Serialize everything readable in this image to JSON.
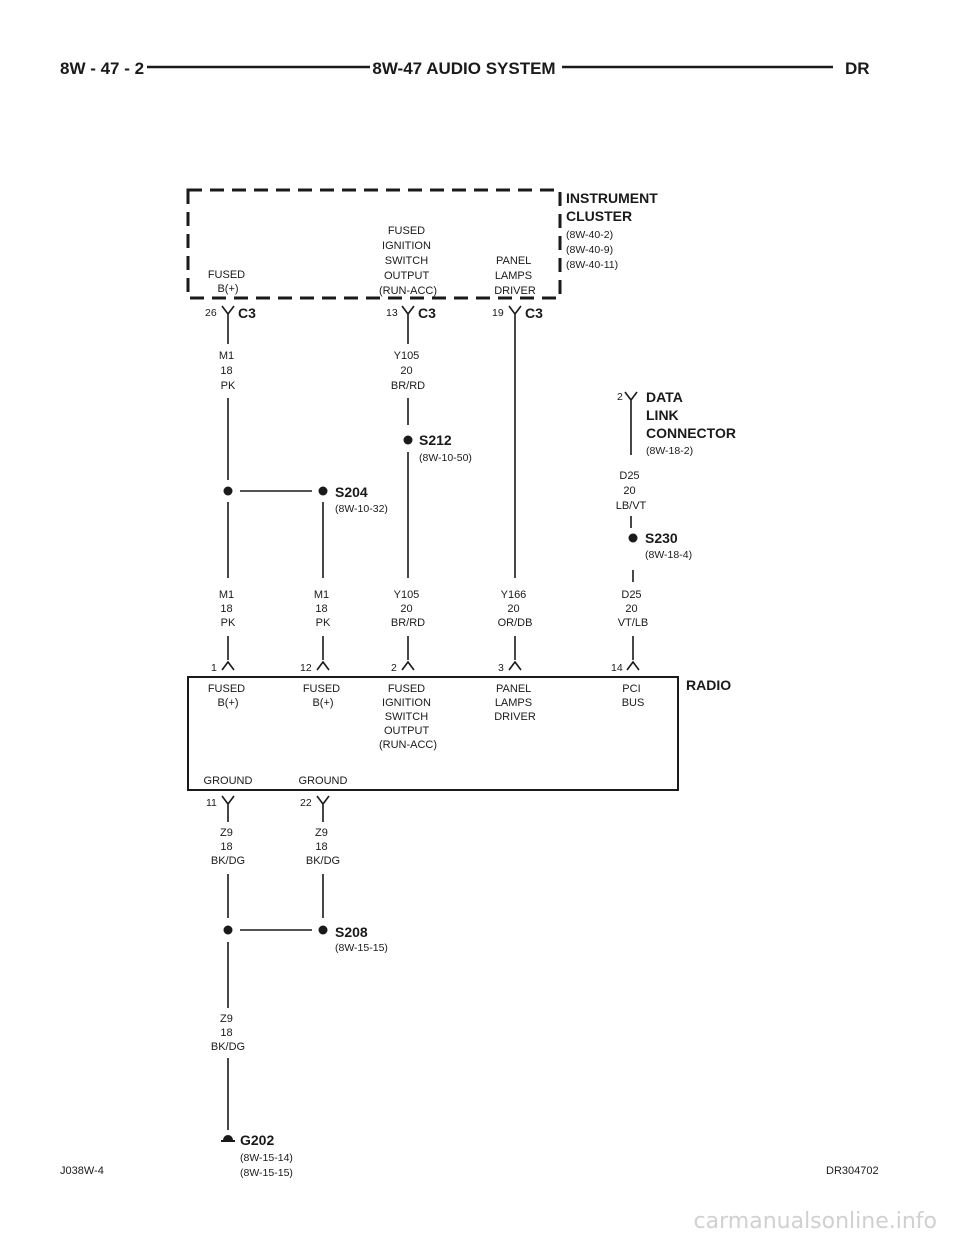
{
  "header": {
    "page": "8W - 47 - 2",
    "title": "8W-47 AUDIO SYSTEM",
    "section": "DR"
  },
  "instrument_cluster": {
    "name_line1": "INSTRUMENT",
    "name_line2": "CLUSTER",
    "refs": [
      "(8W-40-2)",
      "(8W-40-9)",
      "(8W-40-11)"
    ],
    "pins": [
      {
        "label": [
          "FUSED",
          "B(+)"
        ],
        "pin": "26",
        "connector": "C3"
      },
      {
        "label": [
          "FUSED",
          "IGNITION",
          "SWITCH",
          "OUTPUT",
          "(RUN-ACC)"
        ],
        "pin": "13",
        "connector": "C3"
      },
      {
        "label": [
          "PANEL",
          "LAMPS",
          "DRIVER"
        ],
        "pin": "19",
        "connector": "C3"
      }
    ]
  },
  "data_link_connector": {
    "pin": "2",
    "name": [
      "DATA",
      "LINK",
      "CONNECTOR"
    ],
    "ref": "(8W-18-2)"
  },
  "wires": {
    "m1_upper": [
      "M1",
      "18",
      "PK"
    ],
    "y105_upper": [
      "Y105",
      "20",
      "BR/RD"
    ],
    "d25_upper": [
      "D25",
      "20",
      "LB/VT"
    ],
    "m1_lower_a": [
      "M1",
      "18",
      "PK"
    ],
    "m1_lower_b": [
      "M1",
      "18",
      "PK"
    ],
    "y105_lower": [
      "Y105",
      "20",
      "BR/RD"
    ],
    "y166": [
      "Y166",
      "20",
      "OR/DB"
    ],
    "d25_lower": [
      "D25",
      "20",
      "VT/LB"
    ],
    "z9_a": [
      "Z9",
      "18",
      "BK/DG"
    ],
    "z9_b": [
      "Z9",
      "18",
      "BK/DG"
    ],
    "z9_c": [
      "Z9",
      "18",
      "BK/DG"
    ]
  },
  "splices": {
    "s212": {
      "name": "S212",
      "ref": "(8W-10-50)"
    },
    "s204": {
      "name": "S204",
      "ref": "(8W-10-32)"
    },
    "s230": {
      "name": "S230",
      "ref": "(8W-18-4)"
    },
    "s208": {
      "name": "S208",
      "ref": "(8W-15-15)"
    }
  },
  "radio": {
    "name": "RADIO",
    "inputs": [
      {
        "pin": "1",
        "label": [
          "FUSED",
          "B(+)"
        ]
      },
      {
        "pin": "12",
        "label": [
          "FUSED",
          "B(+)"
        ]
      },
      {
        "pin": "2",
        "label": [
          "FUSED",
          "IGNITION",
          "SWITCH",
          "OUTPUT",
          "(RUN-ACC)"
        ]
      },
      {
        "pin": "3",
        "label": [
          "PANEL",
          "LAMPS",
          "DRIVER"
        ]
      },
      {
        "pin": "14",
        "label": [
          "PCI",
          "BUS"
        ]
      }
    ],
    "grounds": [
      {
        "pin": "11",
        "label": "GROUND"
      },
      {
        "pin": "22",
        "label": "GROUND"
      }
    ]
  },
  "ground": {
    "name": "G202",
    "refs": [
      "(8W-15-14)",
      "(8W-15-15)"
    ]
  },
  "footer": {
    "left": "J038W-4",
    "right": "DR304702"
  },
  "watermark": "carmanualsonline.info"
}
